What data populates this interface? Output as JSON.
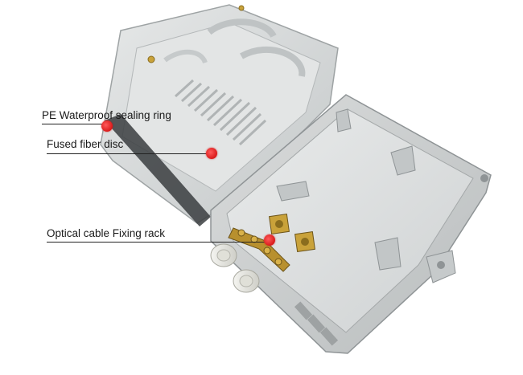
{
  "annotations": [
    {
      "id": "pe-ring",
      "text": "PE Waterproof sealing ring"
    },
    {
      "id": "fiber-disc",
      "text": "Fused fiber disc"
    },
    {
      "id": "cable-rack",
      "text": "Optical cable Fixing rack"
    }
  ],
  "colors": {
    "marker": "#e02020",
    "housing": "#d7d9d9",
    "housing_shadow": "#a9adae",
    "brass": "#c9a23a"
  }
}
